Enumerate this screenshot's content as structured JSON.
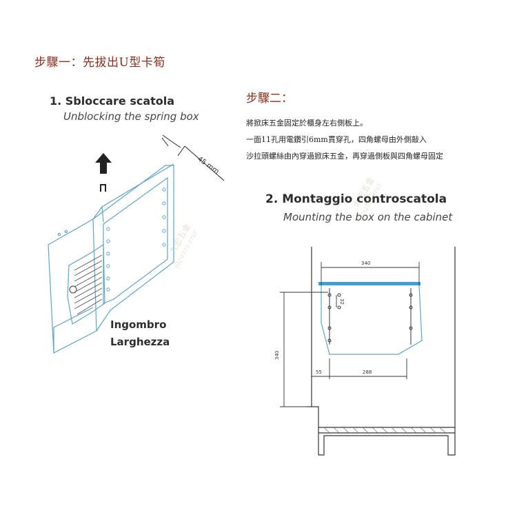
{
  "step1": {
    "title": "步驟一：先拔出U型卡筍",
    "figure_heading": "1. Sbloccare scatola",
    "figure_subheading": "Unblocking the spring box",
    "dimension_label": "45 mm",
    "label_ingombro": "Ingombro",
    "label_larghezza": "Larghezza"
  },
  "step2": {
    "title": "步驟二：",
    "lines": [
      "將掀床五金固定於櫃身左右側板上。",
      "一面11孔用電鑽引6mm貫穿孔，四角螺母由外側敲入",
      "沙拉頭螺絲由內穿過掀床五金，再穿過側板與四角螺母固定"
    ],
    "figure_heading": "2. Montaggio controscatola",
    "figure_subheading": "Mounting the box on the cabinet",
    "dimensions": {
      "width_top": "340",
      "height_left": "340",
      "offset_left": "55",
      "width_bottom": "288",
      "hole_spacing": "32"
    }
  },
  "watermark": {
    "name": "九宏五金",
    "phone": "(02)2375-3797"
  },
  "colors": {
    "step_title": "#8a2d19",
    "line_art": "#5fa3c7",
    "accent_bar": "#3ea1d6",
    "dark_line": "#333333"
  }
}
